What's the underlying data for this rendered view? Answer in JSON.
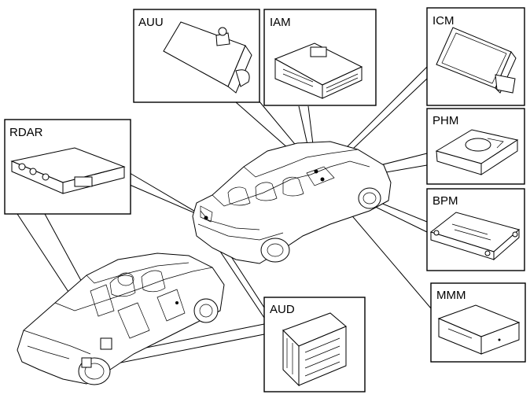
{
  "labels": {
    "auu": "AUU",
    "iam": "IAM",
    "icm": "ICM",
    "rdar": "RDAR",
    "phm": "PHM",
    "bpm": "BPM",
    "aud": "AUD",
    "mmm": "MMM"
  }
}
